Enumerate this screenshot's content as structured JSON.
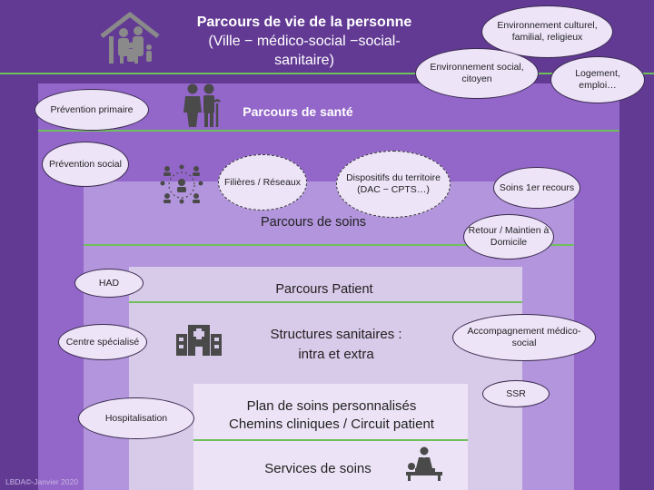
{
  "header": {
    "title": "Parcours de vie de la personne",
    "subtitle_line1": "(Ville − médico-social −social-",
    "subtitle_line2": "sanitaire)"
  },
  "bubbles": {
    "env_culturel": "Environnement culturel, familial, religieux",
    "env_social": "Environnement social, citoyen",
    "logement_main": "Logement,",
    "logement_tail": "emploi…",
    "prevention_primaire": "Prévention primaire",
    "prevention_sociale": "Prévention social",
    "filieres": "Filières / Réseaux",
    "dispositifs_main": "Dispositifs du territoire (DAC − CPTS",
    "dispositifs_tail": "…)",
    "soins_1er": "Soins 1er recours",
    "retour": "Retour / Maintien à Domicile",
    "had": "HAD",
    "centre": "Centre spécialisé",
    "accompagnement": "Accompagnement médico-social",
    "ssr": "SSR",
    "hospitalisation": "Hospitalisation"
  },
  "layers": {
    "sante": "Parcours de santé",
    "soins": "Parcours de soins",
    "patient": "Parcours Patient",
    "structures_line1": "Structures sanitaires :",
    "structures_line2": "intra et extra",
    "plan_line1": "Plan de soins personnalisés",
    "plan_line2": "Chemins cliniques / Circuit patient",
    "services": "Services de soins"
  },
  "footer": "LBDA©-Janvier 2020",
  "colors": {
    "green_line": "#6fbf5a",
    "bg": "#623a94"
  }
}
